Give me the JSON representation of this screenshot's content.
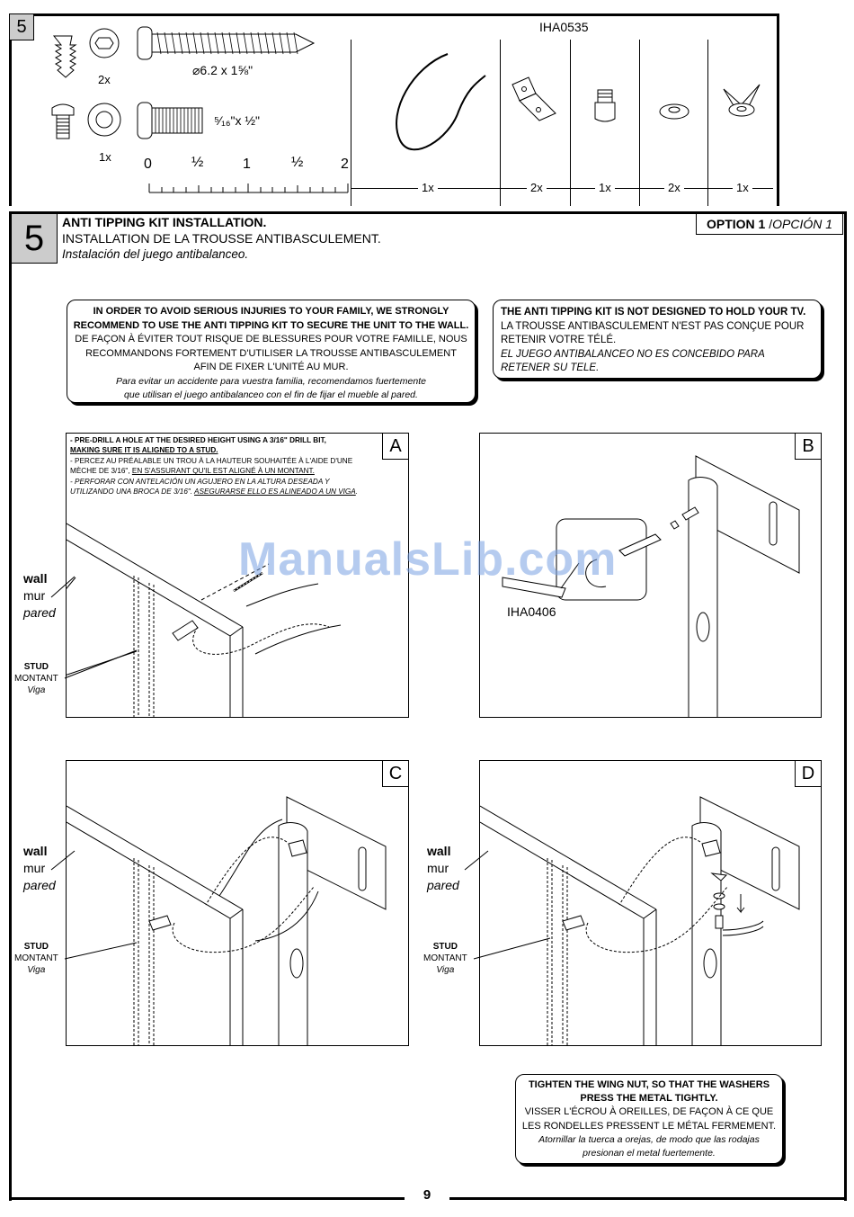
{
  "parts_header": {
    "step_number": "5",
    "code": "IHA0535",
    "screw_long_count": "2x",
    "screw_long_size": "⌀6.2 x 1⅝\"",
    "screw_short_count": "1x",
    "screw_short_size": "⁵⁄₁₆\"x ½\"",
    "ruler_labels": [
      "0",
      "½",
      "1",
      "½",
      "2"
    ],
    "parts_counts": [
      "1x",
      "2x",
      "1x",
      "2x",
      "1x"
    ]
  },
  "main": {
    "step_number": "5",
    "title_en": "ANTI TIPPING KIT INSTALLATION.",
    "title_fr": "INSTALLATION DE LA TROUSSE ANTIBASCULEMENT.",
    "title_es": "Instalación del juego antibalanceo.",
    "option_label": "OPTION 1",
    "option_label_es": "OPCIÓN 1"
  },
  "warning_left": {
    "en_line1": "IN ORDER TO AVOID SERIOUS INJURIES TO YOUR FAMILY, WE STRONGLY",
    "en_line2": "RECOMMEND TO USE THE ANTI TIPPING KIT TO SECURE THE UNIT TO THE WALL.",
    "fr_line1": "DE FAÇON À ÉVITER TOUT RISQUE DE BLESSURES POUR VOTRE FAMILLE, NOUS",
    "fr_line2": "RECOMMANDONS FORTEMENT D'UTILISER LA TROUSSE ANTIBASCULEMENT",
    "fr_line3": "AFIN DE FIXER L'UNITÉ AU MUR.",
    "es_line1": "Para evitar un accidente para vuestra familia, recomendamos fuertemente",
    "es_line2": "que utilisan el juego antibalanceo con el fin de fijar el mueble al pared."
  },
  "warning_right": {
    "en": "THE ANTI TIPPING KIT IS NOT DESIGNED TO HOLD YOUR TV.",
    "fr_line1": "LA TROUSSE ANTIBASCULEMENT N'EST PAS CONÇUE POUR",
    "fr_line2": "RETENIR VOTRE TÉLÉ.",
    "es_line1": "EL JUEGO ANTIBALANCEO NO ES CONCEBIDO PARA",
    "es_line2": "RETENER SU TELE."
  },
  "panel_a": {
    "label": "A",
    "en_a": "- PRE-DRILL A HOLE AT THE DESIRED HEIGHT USING A 3/16\" DRILL BIT,",
    "en_b": "MAKING SURE IT IS ALIGNED TO A STUD.",
    "fr_a": "- PERCEZ AU PRÉALABLE UN TROU À LA HAUTEUR SOUHAITÉE À L'AIDE D'UNE",
    "fr_b": "MÈCHE DE 3/16\", ",
    "fr_c": "EN S'ASSURANT QU'IL EST ALIGNÉ À UN MONTANT.",
    "es_a": "- PERFORAR CON ANTELACIÓN UN AGUJERO EN LA ALTURA DESEADA Y",
    "es_b": "UTILIZANDO UNA BROCA DE 3/16\". ",
    "es_c": "ASEGURARSE ELLO ES ALINEADO A UN VIGA",
    "es_d": "."
  },
  "panel_b": {
    "label": "B",
    "code": "IHA0406"
  },
  "panel_c": {
    "label": "C"
  },
  "panel_d": {
    "label": "D"
  },
  "labels": {
    "wall_en": "wall",
    "wall_fr": "mur",
    "wall_es": "pared",
    "stud_en": "STUD",
    "stud_fr": "MONTANT",
    "stud_es": "Viga"
  },
  "tighten_note": {
    "en_line1": "TIGHTEN THE WING NUT, SO THAT THE WASHERS",
    "en_line2": "PRESS THE METAL TIGHTLY.",
    "fr_line1": "VISSER L'ÉCROU À OREILLES, DE FAÇON À CE QUE",
    "fr_line2": "LES RONDELLES PRESSENT LE MÉTAL FERMEMENT.",
    "es_line1": "Atornillar la tuerca a orejas, de modo que las rodajas",
    "es_line2": "presionan el metal fuertemente."
  },
  "watermark": "ManualsLib.com",
  "page_number": "9"
}
